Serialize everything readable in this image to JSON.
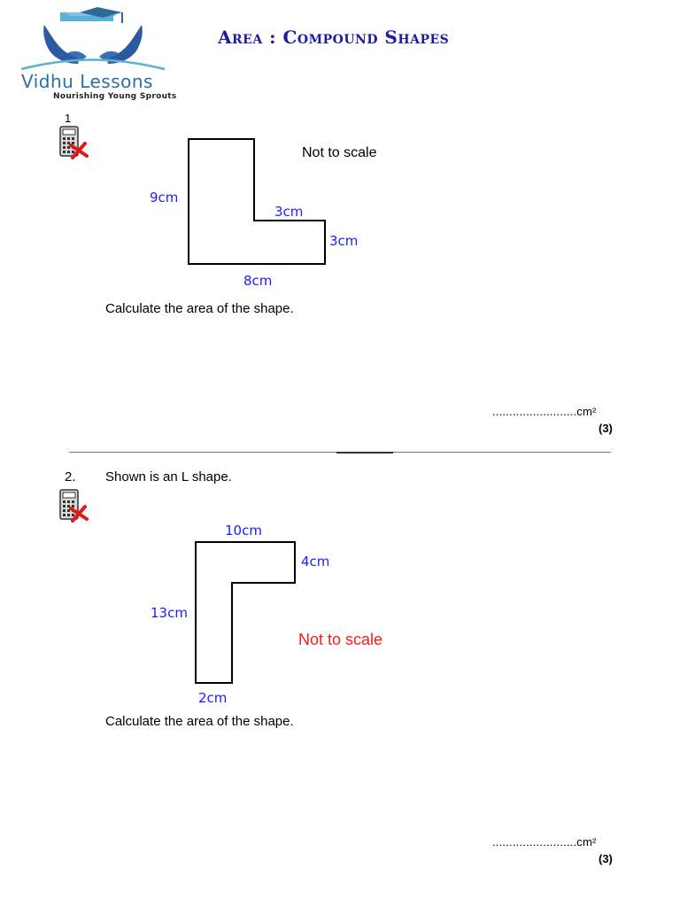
{
  "brand": {
    "name": "Vidhu Lessons",
    "tagline": "Nourishing Young Sprouts"
  },
  "title": "Area : Compound Shapes",
  "questions": [
    {
      "number": "1",
      "note": "Not to scale",
      "labels": {
        "left": "9cm",
        "step_top": "3cm",
        "step_right": "3cm",
        "bottom": "8cm"
      },
      "instruction": "Calculate the area of the shape.",
      "answer": ".........................cm²",
      "marks": "(3)"
    },
    {
      "number": "2.",
      "intro": "Shown is an L shape.",
      "note": "Not to scale",
      "labels": {
        "top": "10cm",
        "right": "4cm",
        "left": "13cm",
        "bottom": "2cm"
      },
      "instruction": "Calculate the area of the shape.",
      "answer": ".........................cm²",
      "marks": "(3)"
    }
  ],
  "colors": {
    "title": "#1a1aa6",
    "labels": "#1c1cff",
    "note_red": "#ff1a1a",
    "brand": "#2b6fa8"
  },
  "icons": [
    "no-calculator-icon"
  ]
}
